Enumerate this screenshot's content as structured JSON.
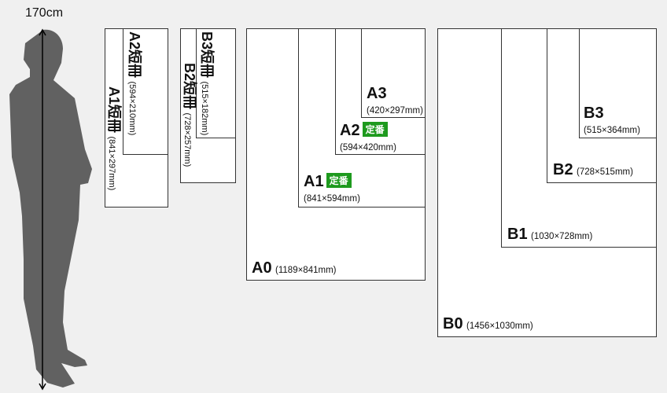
{
  "person": {
    "height_label": "170cm"
  },
  "tanzaku": {
    "a1": {
      "name": "A1短冊",
      "size": "(841×297mm)"
    },
    "a2": {
      "name": "A2短冊",
      "size": "(594×210mm)"
    },
    "b2": {
      "name": "B2短冊",
      "size": "(728×257mm)"
    },
    "b3": {
      "name": "B3短冊",
      "size": "(515×182mm)"
    }
  },
  "a_series": {
    "a0": {
      "name": "A0",
      "size": "(1189×841mm)"
    },
    "a1": {
      "name": "A1",
      "size": "(841×594mm)",
      "badge": "定番"
    },
    "a2": {
      "name": "A2",
      "size": "(594×420mm)",
      "badge": "定番"
    },
    "a3": {
      "name": "A3",
      "size": "(420×297mm)"
    }
  },
  "b_series": {
    "b0": {
      "name": "B0",
      "size": "(1456×1030mm)"
    },
    "b1": {
      "name": "B1",
      "size": "(1030×728mm)"
    },
    "b2": {
      "name": "B2",
      "size": "(728×515mm)"
    },
    "b3": {
      "name": "B3",
      "size": "(515×364mm)"
    }
  },
  "colors": {
    "badge": "#1e9a1e",
    "silhouette": "#616161"
  }
}
